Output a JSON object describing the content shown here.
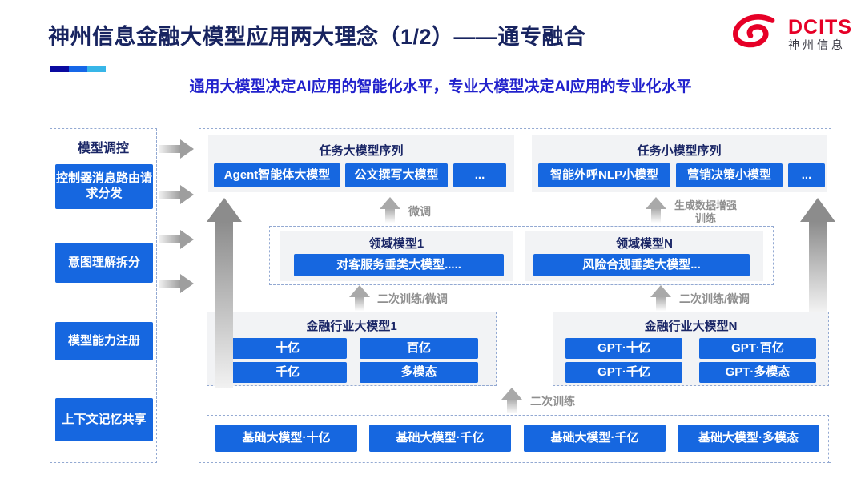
{
  "header": {
    "title": "神州信息金融大模型应用两大理念（1/2）——通专融合",
    "subtitle": "通用大模型决定AI应用的智能化水平，专业大模型决定AI应用的专业化水平",
    "logo": {
      "brand": "DCITS",
      "brand_cn": "神州信息"
    }
  },
  "sidebar": {
    "title": "模型调控",
    "items": [
      "控制器消息路由请求分发",
      "意图理解拆分",
      "模型能力注册",
      "上下文记忆共享"
    ]
  },
  "diagram": {
    "task_large": {
      "title": "任务大模型序列",
      "items": [
        "Agent智能体大模型",
        "公文撰写大模型",
        "..."
      ]
    },
    "task_small": {
      "title": "任务小模型序列",
      "items": [
        "智能外呼NLP小模型",
        "营销决策小模型",
        "..."
      ]
    },
    "domain_left": {
      "title": "领域模型1",
      "model": "对客服务垂类大模型....."
    },
    "domain_right": {
      "title": "领域模型N",
      "model": "风险合规垂类大模型..."
    },
    "industry_left": {
      "title": "金融行业大模型1",
      "items": [
        "十亿",
        "百亿",
        "千亿",
        "多模态"
      ]
    },
    "industry_right": {
      "title": "金融行业大模型N",
      "items": [
        "GPT·十亿",
        "GPT·百亿",
        "GPT·千亿",
        "GPT·多模态"
      ]
    },
    "base_models": [
      "基础大模型·十亿",
      "基础大模型·千亿",
      "基础大模型·千亿",
      "基础大模型·多模态"
    ],
    "labels": {
      "finetune": "微调",
      "gen_data_line1": "生成数据增强",
      "gen_data_line2": "训练",
      "retrain_finetune_left": "二次训练/微调",
      "retrain_finetune_right": "二次训练/微调",
      "retrain": "二次训练"
    }
  },
  "colors": {
    "button_blue": "#1667E0",
    "navy": "#1A2666",
    "subtitle_blue": "#2121CC",
    "logo_red": "#E60027",
    "arrow_gray": "#8F8F8F"
  }
}
